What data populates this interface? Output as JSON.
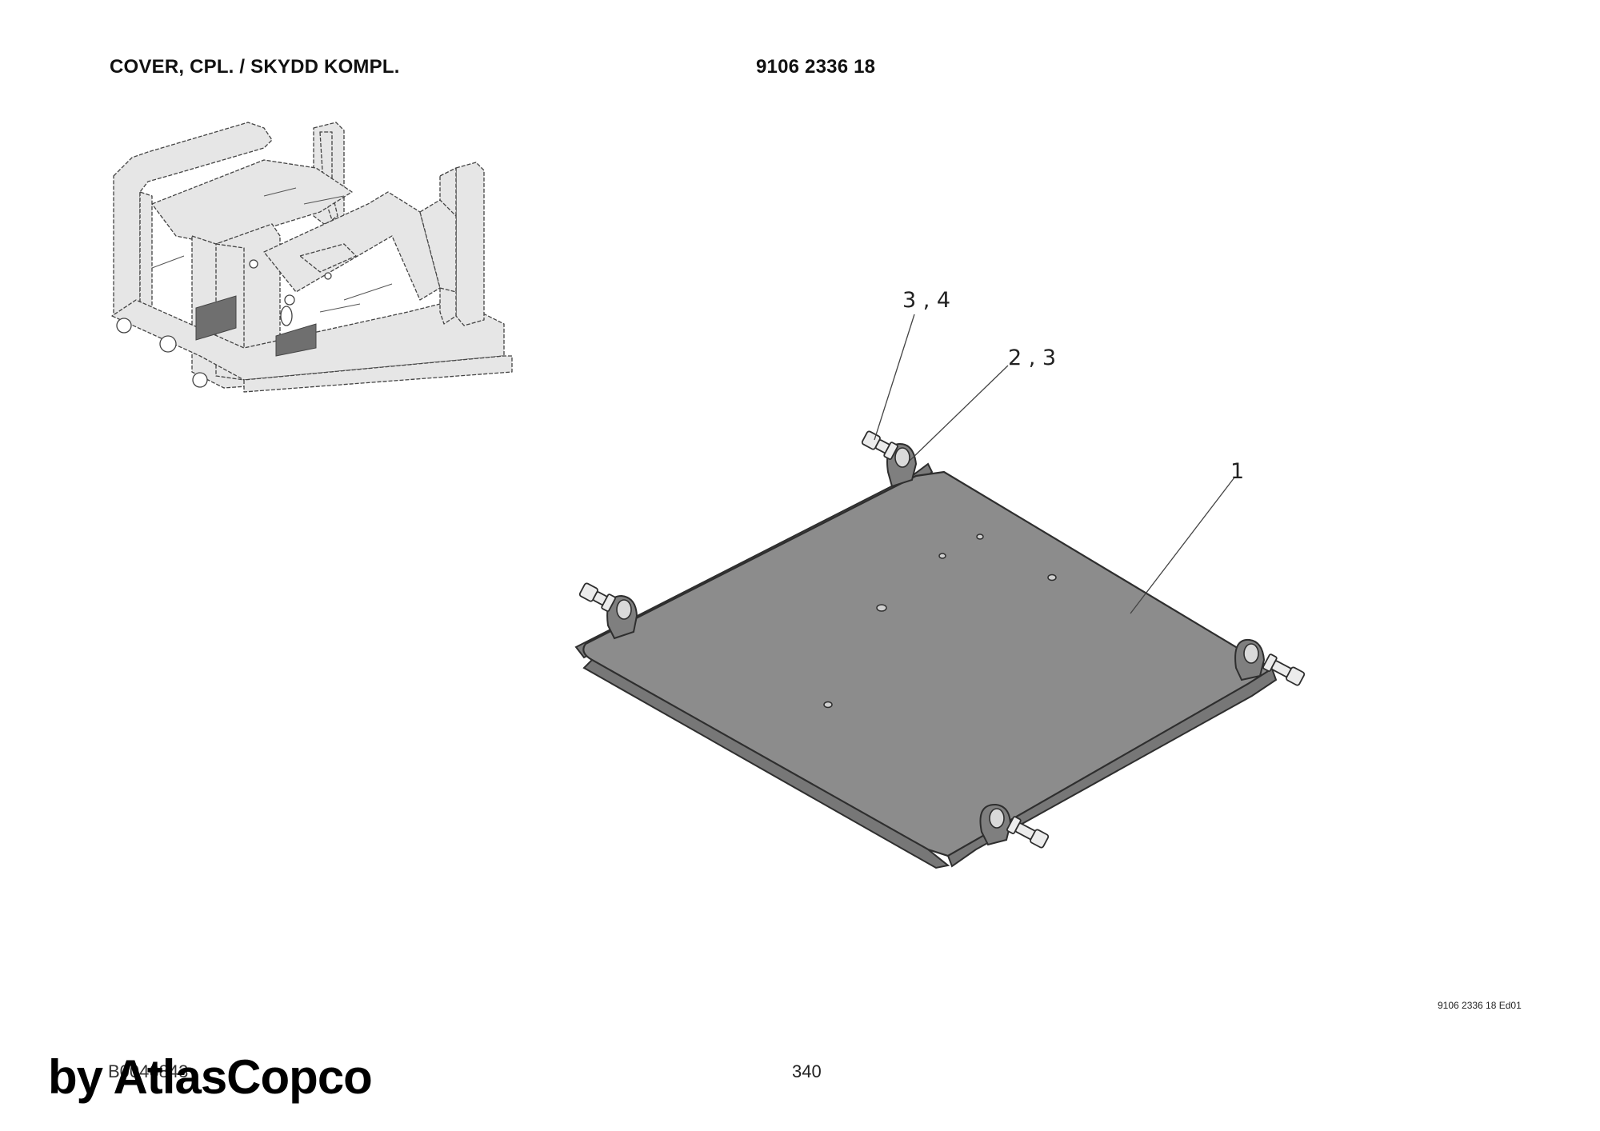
{
  "header": {
    "title": "COVER, CPL. / SKYDD KOMPL.",
    "part_number": "9106 2336 18"
  },
  "callouts": {
    "c34": "3 , 4",
    "c23": "2 , 3",
    "c1": "1"
  },
  "footer": {
    "edition": "9106 2336 18 Ed01",
    "doc_ref": "B0046843",
    "page_number": "340",
    "watermark": "by AtlasCopco"
  },
  "colors": {
    "plate_fill": "#8c8c8c",
    "frame_fill": "#e4e4e4",
    "line": "#3a3a3a"
  }
}
